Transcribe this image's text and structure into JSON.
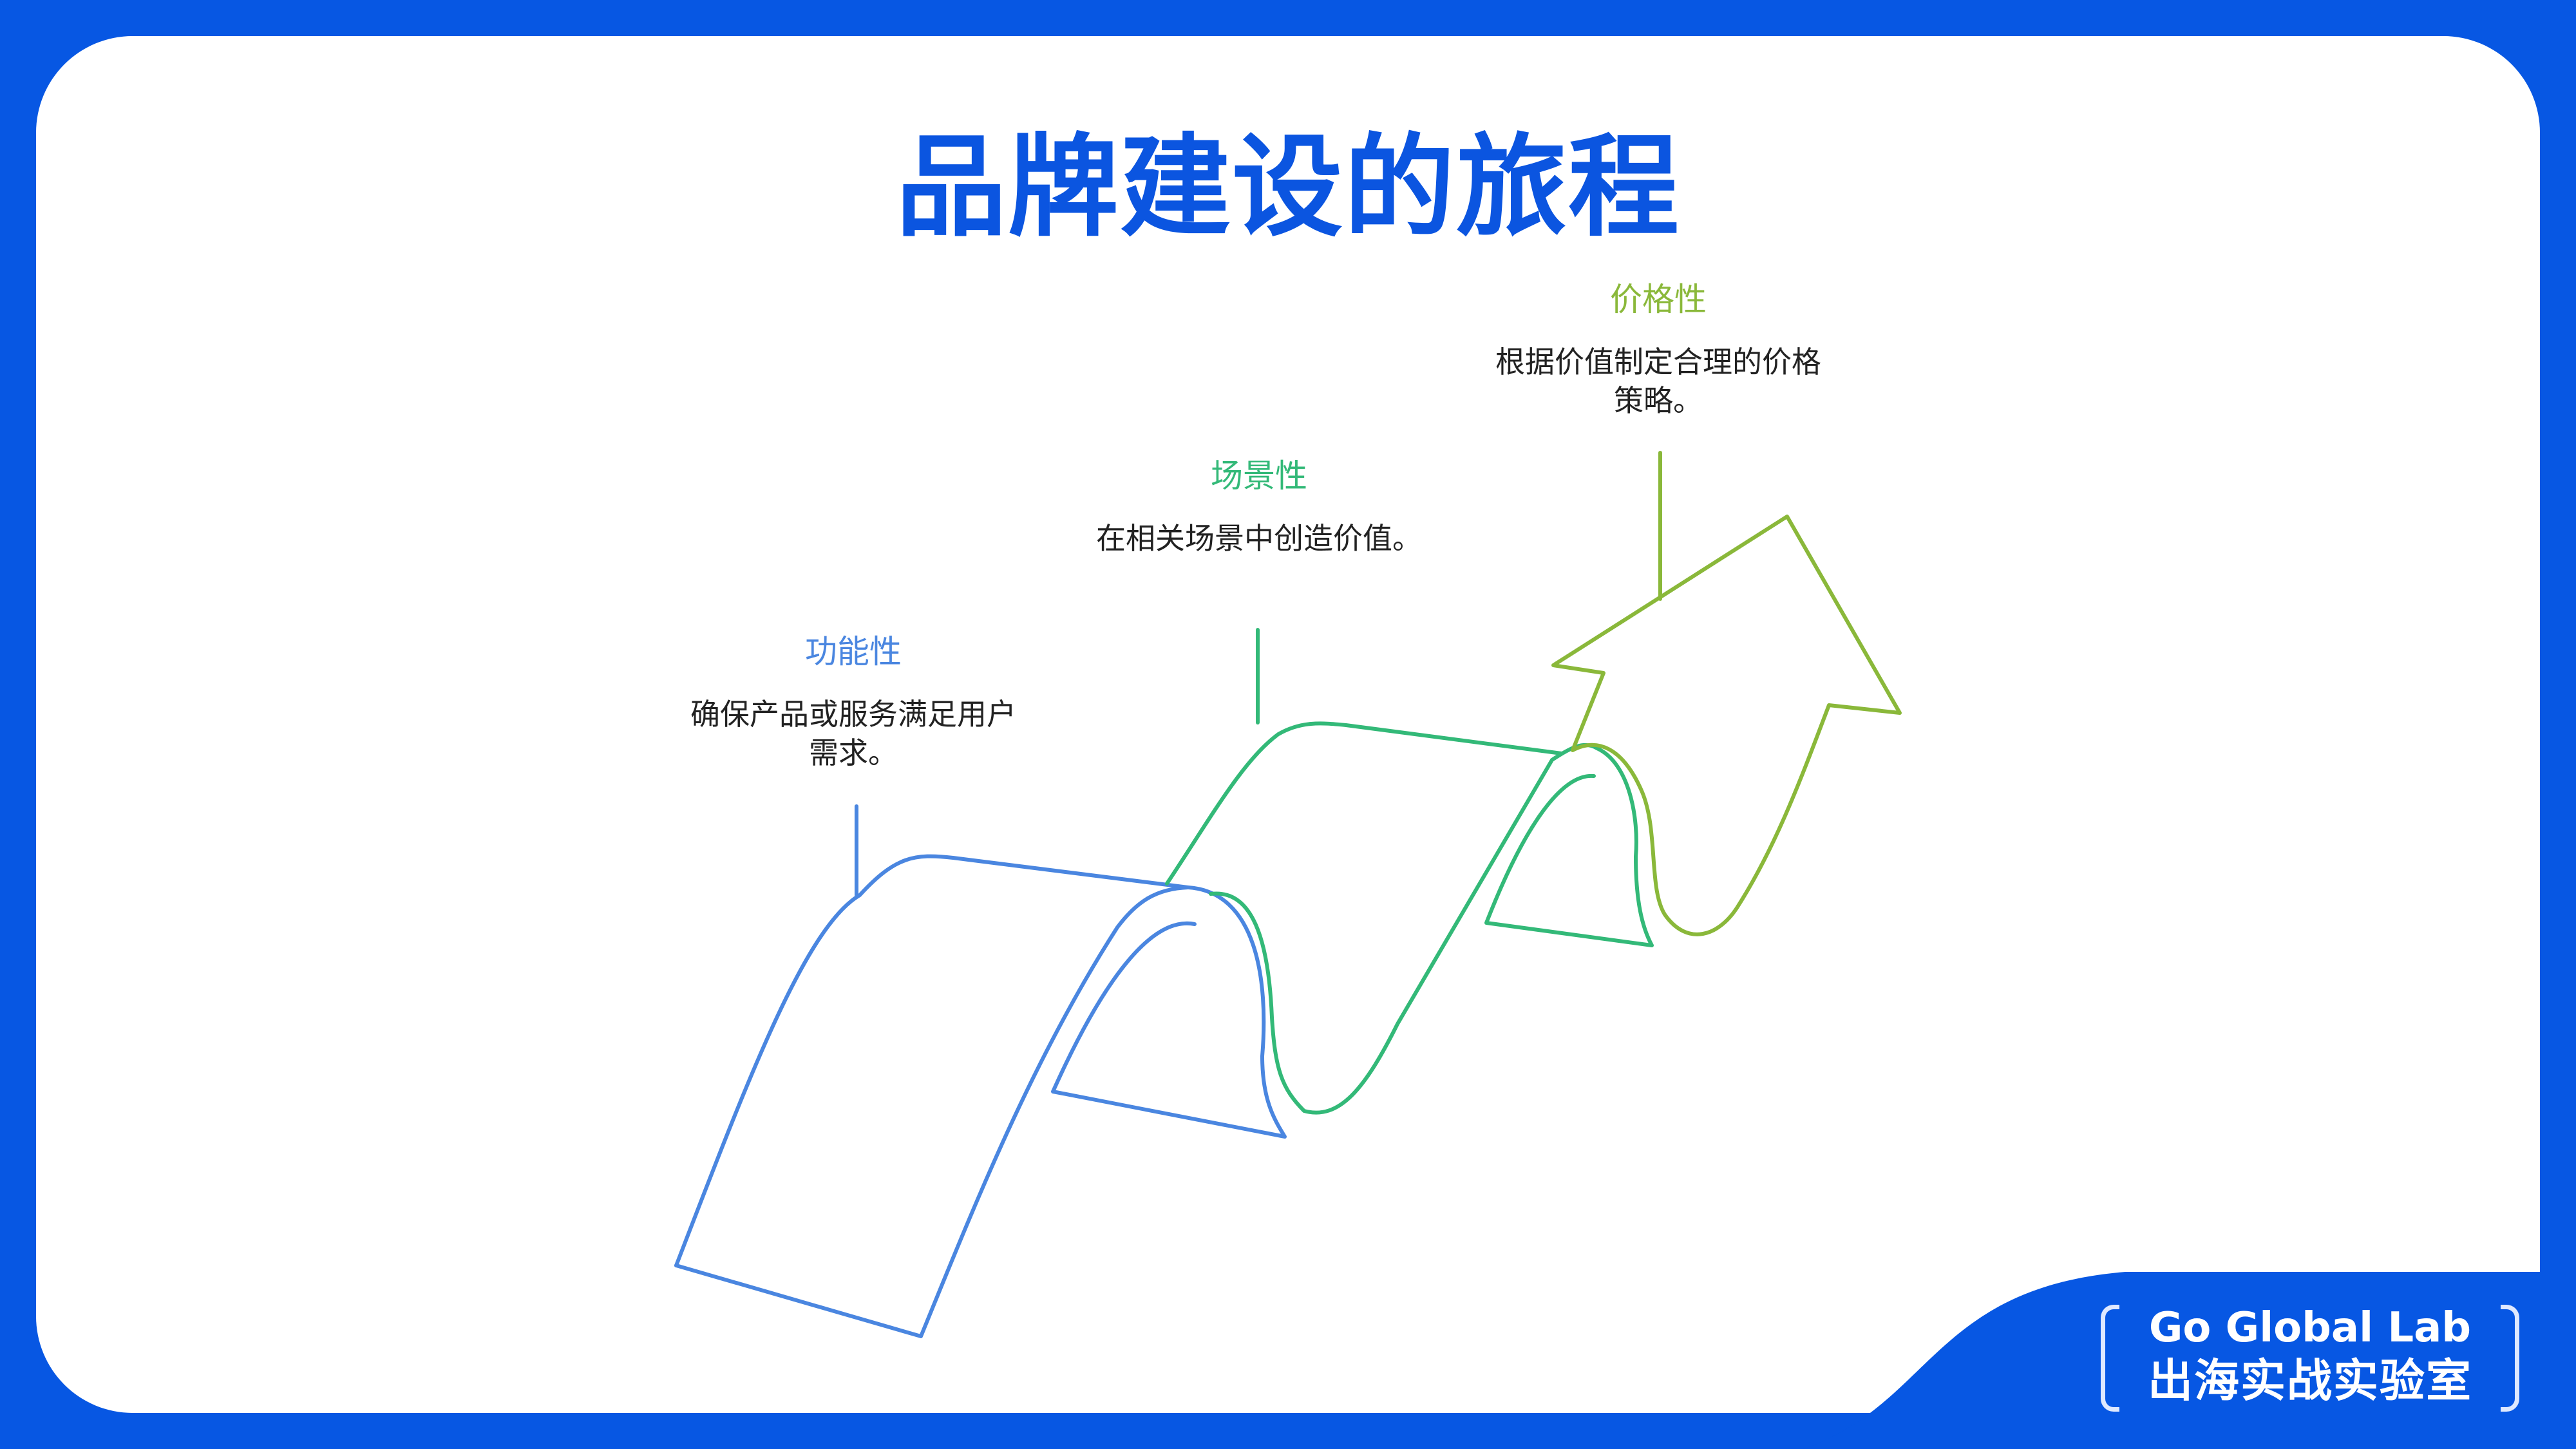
{
  "title": "品牌建设的旅程",
  "stages": [
    {
      "heading": "功能性",
      "description": "确保产品或服务满足用户需求。",
      "color": "#4a86e0"
    },
    {
      "heading": "场景性",
      "description": "在相关场景中创造价值。",
      "color": "#33b978"
    },
    {
      "heading": "价格性",
      "description": "根据价值制定合理的价格策略。",
      "color": "#8ab83a"
    }
  ],
  "logo": {
    "line1": "Go Global Lab",
    "line2": "出海实战实验室"
  },
  "colors": {
    "background": "#0757e3",
    "title": "#0b55e0"
  }
}
